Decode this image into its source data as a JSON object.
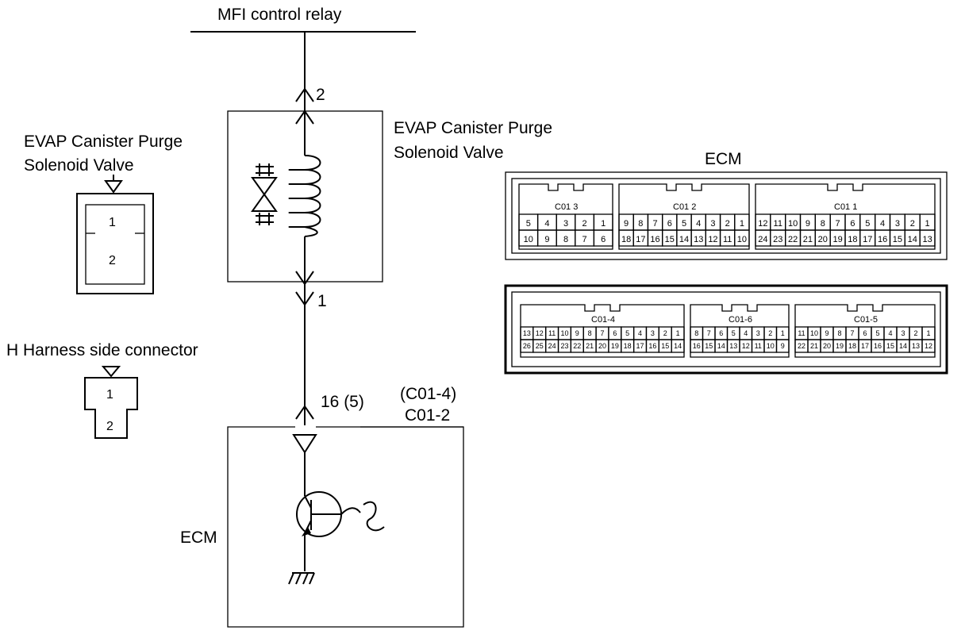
{
  "labels": {
    "mfi_relay": "MFI control relay",
    "pin_top": "2",
    "valve_title_line1": "EVAP Canister Purge",
    "valve_title_line2": "Solenoid Valve",
    "pin_bottom": "1",
    "pin_ecm": "16 (5)",
    "conn_alt": "(C01-4)",
    "conn_main": "C01-2",
    "ecm_left": "ECM",
    "ecm_right": "ECM",
    "side_valve_line1": "EVAP Canister Purge",
    "side_valve_line2": "Solenoid Valve",
    "valve_conn_pin1": "1",
    "valve_conn_pin2": "2",
    "harness_title": "H Harness side connector",
    "harness_pin1": "1",
    "harness_pin2": "2"
  },
  "connectors": {
    "c01_3": {
      "name": "C01 3",
      "row1": [
        "5",
        "4",
        "3",
        "2",
        "1"
      ],
      "row2": [
        "10",
        "9",
        "8",
        "7",
        "6"
      ]
    },
    "c01_2": {
      "name": "C01 2",
      "row1": [
        "9",
        "8",
        "7",
        "6",
        "5",
        "4",
        "3",
        "2",
        "1"
      ],
      "row2": [
        "18",
        "17",
        "16",
        "15",
        "14",
        "13",
        "12",
        "11",
        "10"
      ]
    },
    "c01_1": {
      "name": "C01 1",
      "row1": [
        "12",
        "11",
        "10",
        "9",
        "8",
        "7",
        "6",
        "5",
        "4",
        "3",
        "2",
        "1"
      ],
      "row2": [
        "24",
        "23",
        "22",
        "21",
        "20",
        "19",
        "18",
        "17",
        "16",
        "15",
        "14",
        "13"
      ]
    },
    "c01_4": {
      "name": "C01-4",
      "row1": [
        "13",
        "12",
        "11",
        "10",
        "9",
        "8",
        "7",
        "6",
        "5",
        "4",
        "3",
        "2",
        "1"
      ],
      "row2": [
        "26",
        "25",
        "24",
        "23",
        "22",
        "21",
        "20",
        "19",
        "18",
        "17",
        "16",
        "15",
        "14"
      ]
    },
    "c01_6": {
      "name": "C01-6",
      "row1": [
        "8",
        "7",
        "6",
        "5",
        "4",
        "3",
        "2",
        "1"
      ],
      "row2": [
        "16",
        "15",
        "14",
        "13",
        "12",
        "11",
        "10",
        "9"
      ]
    },
    "c01_5": {
      "name": "C01-5",
      "row1": [
        "11",
        "10",
        "9",
        "8",
        "7",
        "6",
        "5",
        "4",
        "3",
        "2",
        "1"
      ],
      "row2": [
        "22",
        "21",
        "20",
        "19",
        "18",
        "17",
        "16",
        "15",
        "14",
        "13",
        "12"
      ]
    }
  }
}
